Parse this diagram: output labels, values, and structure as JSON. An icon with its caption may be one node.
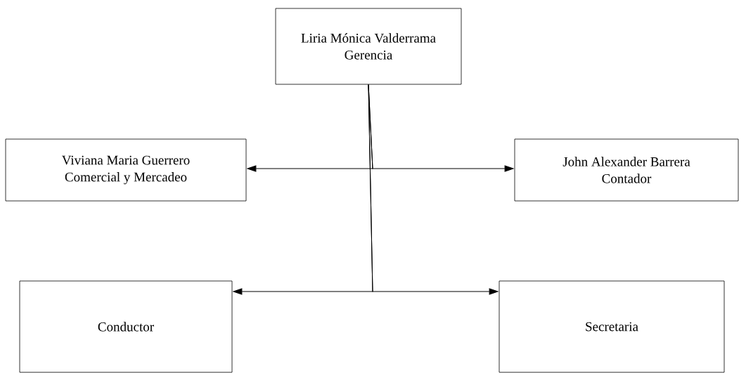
{
  "diagram": {
    "nodes": [
      {
        "text": [
          "Liria Mónica Valderrama",
          "Gerencia"
        ]
      },
      {
        "text": [
          "Viviana Maria Guerrero",
          "Comercial y Mercadeo"
        ]
      },
      {
        "text": [
          "John Alexander Barrera",
          "Contador"
        ]
      },
      {
        "text": [
          "Conductor"
        ]
      },
      {
        "text": [
          "Secretaria"
        ]
      }
    ],
    "edges": [
      {
        "from": 0,
        "to": 1,
        "arrow": "to"
      },
      {
        "from": 0,
        "to": 2,
        "arrow": "to"
      },
      {
        "from": 0,
        "to": 3,
        "arrow": "to"
      },
      {
        "from": 0,
        "to": 4,
        "arrow": "to"
      }
    ]
  }
}
